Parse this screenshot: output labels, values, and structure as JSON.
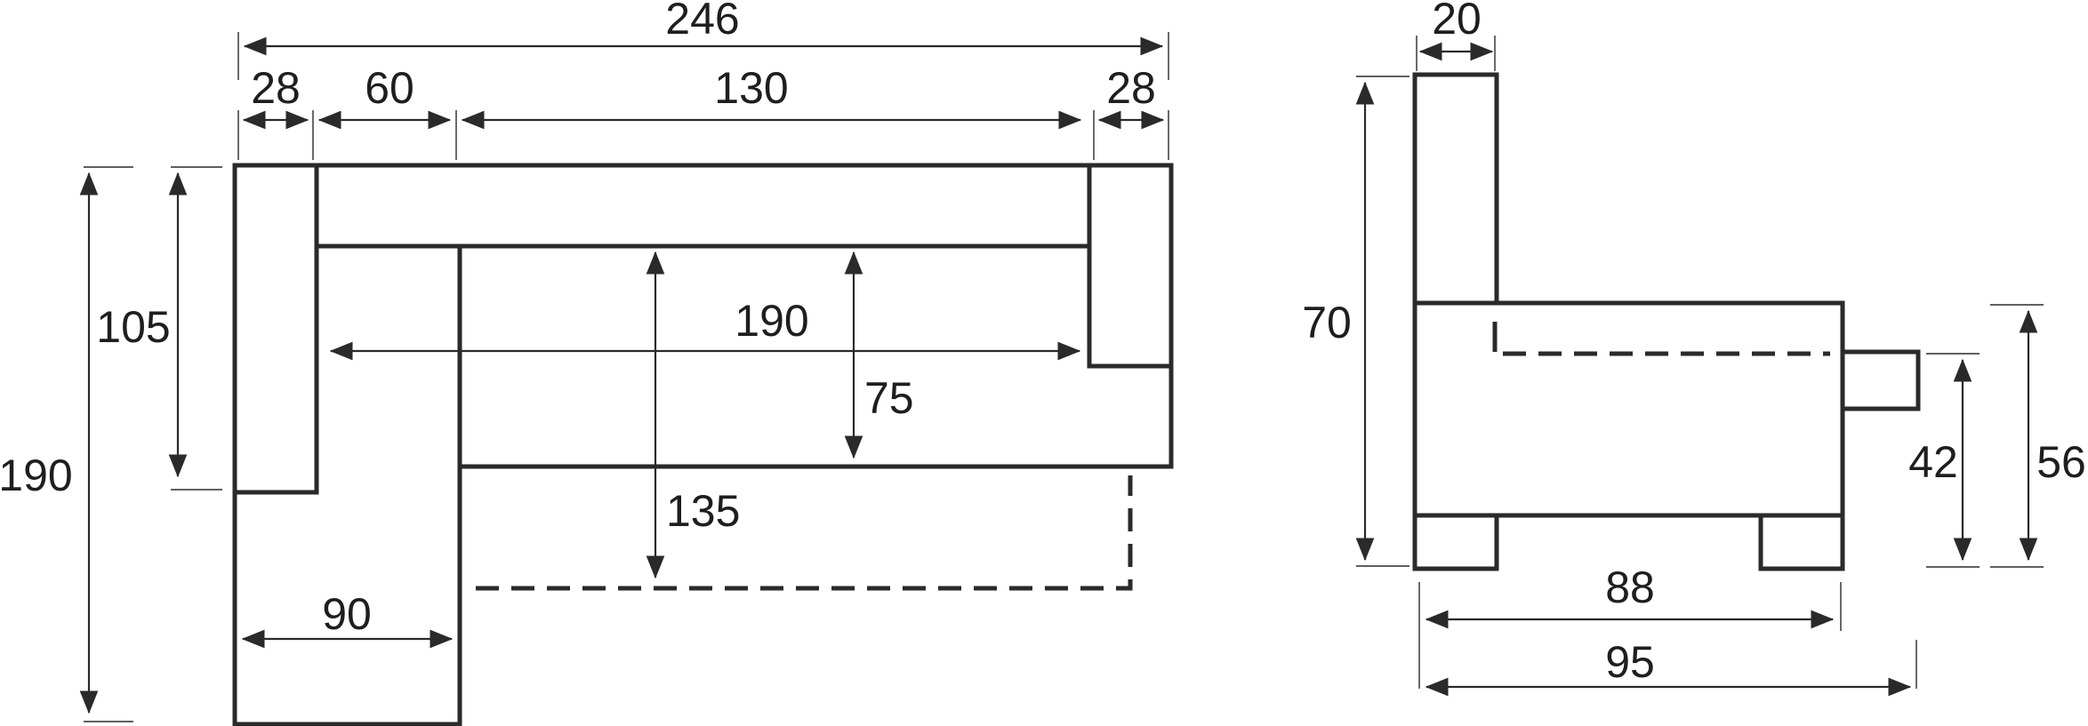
{
  "colors": {
    "line": "#2a2a2a",
    "text": "#1e1e1e",
    "background": "#ffffff"
  },
  "top_view": {
    "total_width": "246",
    "armrest_left": "28",
    "seat_left": "60",
    "seat_middle": "130",
    "armrest_right": "28",
    "backrest_height": "105",
    "total_depth": "190",
    "seat_width_inner": "190",
    "seat_depth": "75",
    "sleep_depth": "135",
    "chaise_width": "90"
  },
  "side_view": {
    "back_thickness": "20",
    "total_height": "70",
    "seat_depth": "88",
    "total_depth": "95",
    "arm_height": "42",
    "seat_height": "56"
  }
}
